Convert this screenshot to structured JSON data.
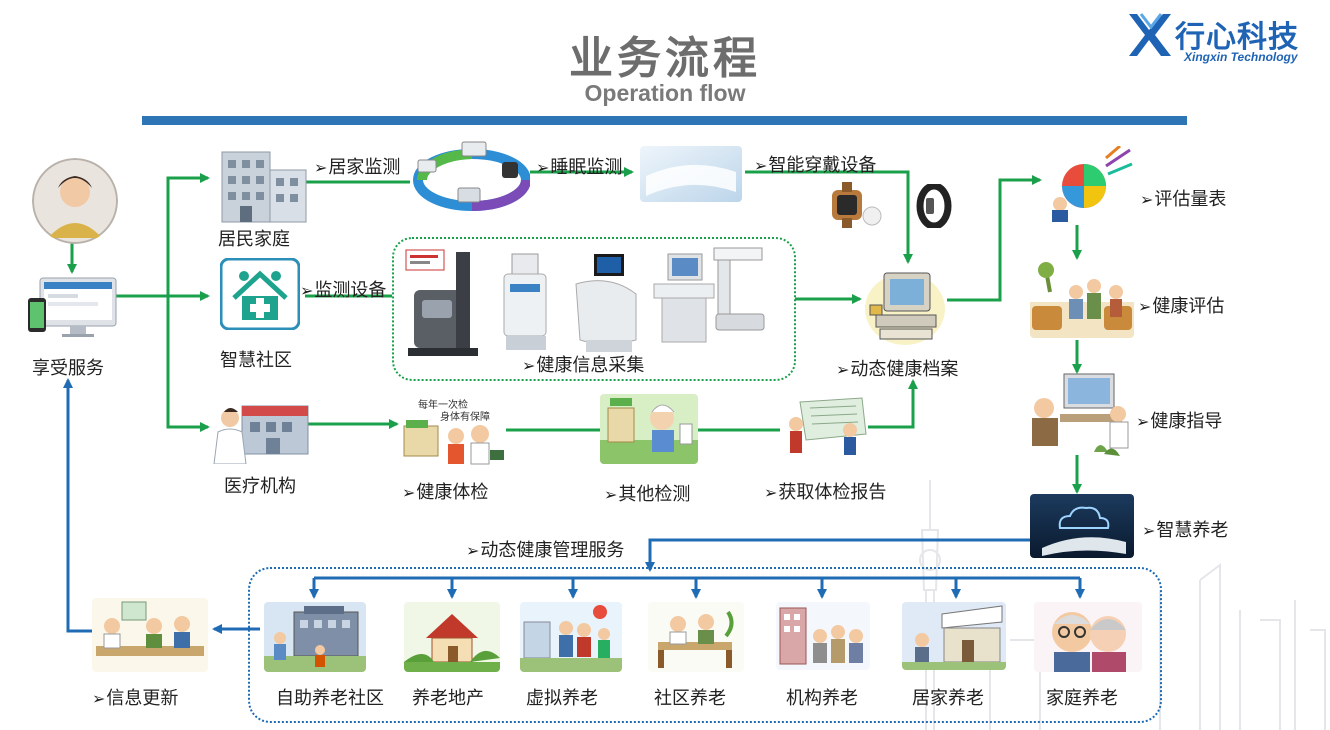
{
  "header": {
    "title": "业务流程",
    "subtitle": "Operation flow"
  },
  "logo": {
    "name_cn": "行心科技",
    "name_en": "Xingxin Technology",
    "icon": "xingxin-logo-icon"
  },
  "colors": {
    "green_arrow": "#1aa04a",
    "blue_arrow": "#1f6cb5",
    "rule": "#2e75b6",
    "title": "#6d6d6d"
  },
  "nodes": {
    "user": "享受服务",
    "home": "居民家庭",
    "community": "智慧社区",
    "hospital": "医疗机构",
    "home_monitor": "居家监测",
    "sleep_monitor": "睡眠监测",
    "wearable": "智能穿戴设备",
    "monitor_device": "监测设备",
    "health_collect": "健康信息采集",
    "health_exam": "健康体检",
    "other_exam": "其他检测",
    "get_report": "获取体检报告",
    "dynamic_record": "动态健康档案",
    "assessment_scale": "评估量表",
    "health_assessment": "健康评估",
    "health_guidance": "健康指导",
    "smart_elderly": "智慧养老",
    "dynamic_mgmt": "动态健康管理服务",
    "info_update": "信息更新",
    "exam_poster_line1": "每年一次检",
    "exam_poster_line2": "身体有保障"
  },
  "services": [
    "自助养老社区",
    "养老地产",
    "虚拟养老",
    "社区养老",
    "机构养老",
    "居家养老",
    "家庭养老"
  ]
}
